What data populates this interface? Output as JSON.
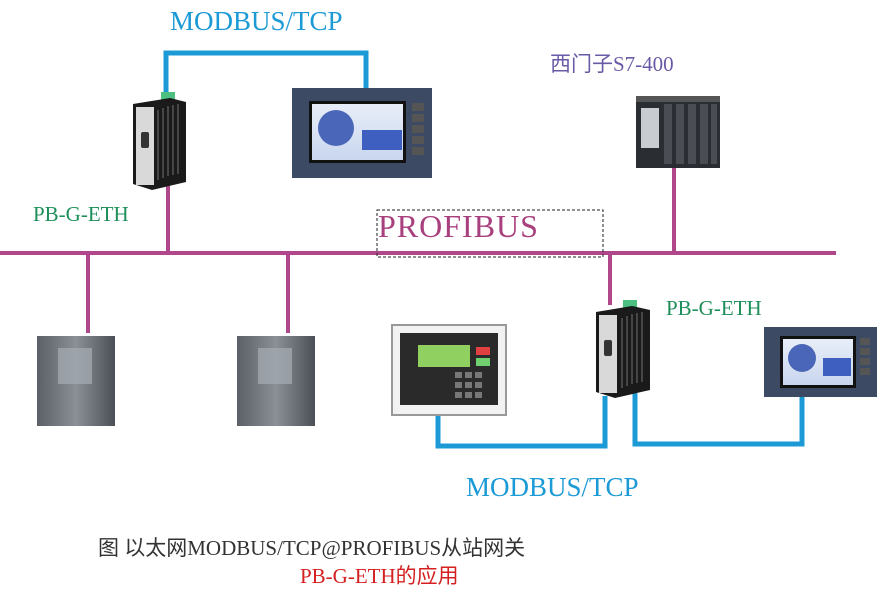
{
  "labels": {
    "modbus_top": "MODBUS/TCP",
    "modbus_bottom": "MODBUS/TCP",
    "gateway_left": "PB-G-ETH",
    "gateway_right": "PB-G-ETH",
    "profibus": "PROFIBUS",
    "plc": "西门子S7-400"
  },
  "caption": {
    "line1": "图 以太网MODBUS/TCP@PROFIBUS从站网关",
    "line2": "PB-G-ETH的应用"
  },
  "colors": {
    "modbus": "#1b9ad6",
    "profibus_bus": "#b0478a",
    "gateway_text": "#1e8f5a",
    "plc_text": "#6a5aa6",
    "caption_red": "#d42020"
  }
}
